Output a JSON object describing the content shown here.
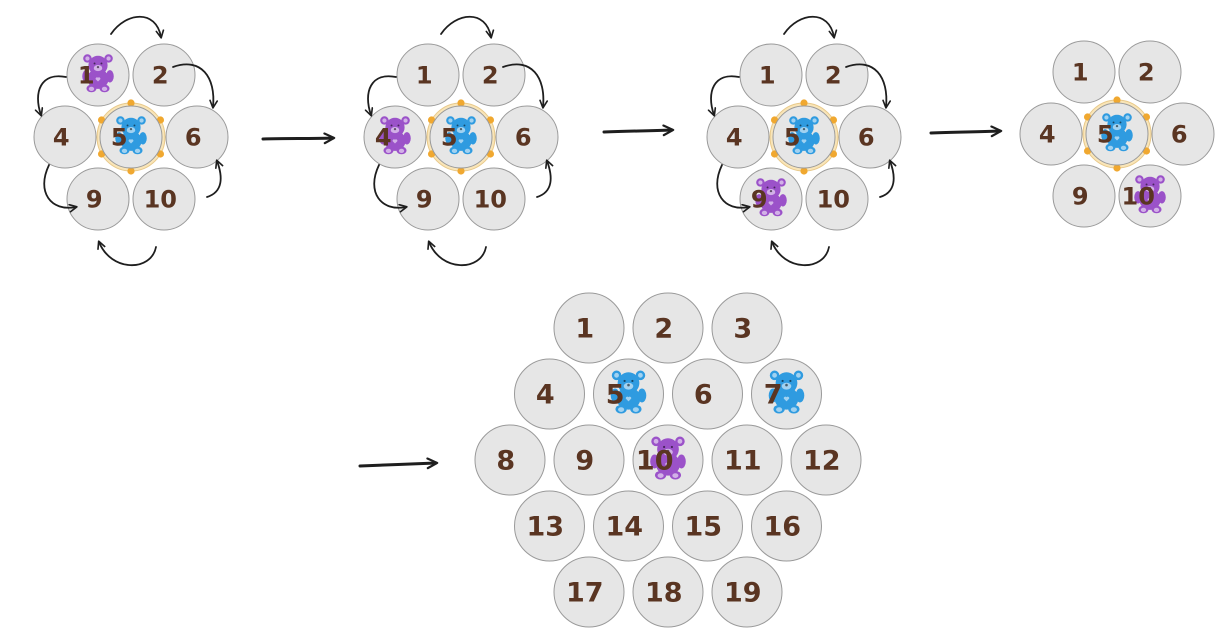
{
  "colors": {
    "cell_fill": "#e6e6e6",
    "cell_stroke": "#9a9a9a",
    "number": "#5a3522",
    "highlight": "#f9e5b8",
    "handle": "#f0a830",
    "arrow": "#1e1e1e",
    "purple_bear": "#9b52c9",
    "blue_bear": "#2f9be0"
  },
  "step1": {
    "cells": [
      {
        "label": "1",
        "bear": "purple"
      },
      {
        "label": "2",
        "bear": ""
      },
      {
        "label": "4",
        "bear": ""
      },
      {
        "label": "5",
        "bear": "blue"
      },
      {
        "label": "6",
        "bear": ""
      },
      {
        "label": "9",
        "bear": ""
      },
      {
        "label": "10",
        "bear": ""
      }
    ]
  },
  "step2": {
    "cells": [
      {
        "label": "1",
        "bear": ""
      },
      {
        "label": "2",
        "bear": ""
      },
      {
        "label": "4",
        "bear": "purple"
      },
      {
        "label": "5",
        "bear": "blue"
      },
      {
        "label": "6",
        "bear": ""
      },
      {
        "label": "9",
        "bear": ""
      },
      {
        "label": "10",
        "bear": ""
      }
    ]
  },
  "step3": {
    "cells": [
      {
        "label": "1",
        "bear": ""
      },
      {
        "label": "2",
        "bear": ""
      },
      {
        "label": "4",
        "bear": ""
      },
      {
        "label": "5",
        "bear": "blue"
      },
      {
        "label": "6",
        "bear": ""
      },
      {
        "label": "9",
        "bear": "purple"
      },
      {
        "label": "10",
        "bear": ""
      }
    ]
  },
  "step4": {
    "cells": [
      {
        "label": "1",
        "bear": ""
      },
      {
        "label": "2",
        "bear": ""
      },
      {
        "label": "4",
        "bear": ""
      },
      {
        "label": "5",
        "bear": "blue"
      },
      {
        "label": "6",
        "bear": ""
      },
      {
        "label": "9",
        "bear": ""
      },
      {
        "label": "10",
        "bear": "purple"
      }
    ]
  },
  "final": {
    "cells": [
      {
        "label": "1",
        "bear": ""
      },
      {
        "label": "2",
        "bear": ""
      },
      {
        "label": "3",
        "bear": ""
      },
      {
        "label": "4",
        "bear": ""
      },
      {
        "label": "5",
        "bear": "blue"
      },
      {
        "label": "6",
        "bear": ""
      },
      {
        "label": "7",
        "bear": "blue"
      },
      {
        "label": "8",
        "bear": ""
      },
      {
        "label": "9",
        "bear": ""
      },
      {
        "label": "10",
        "bear": "purple"
      },
      {
        "label": "11",
        "bear": ""
      },
      {
        "label": "12",
        "bear": ""
      },
      {
        "label": "13",
        "bear": ""
      },
      {
        "label": "14",
        "bear": ""
      },
      {
        "label": "15",
        "bear": ""
      },
      {
        "label": "16",
        "bear": ""
      },
      {
        "label": "17",
        "bear": ""
      },
      {
        "label": "18",
        "bear": ""
      },
      {
        "label": "19",
        "bear": ""
      }
    ]
  }
}
